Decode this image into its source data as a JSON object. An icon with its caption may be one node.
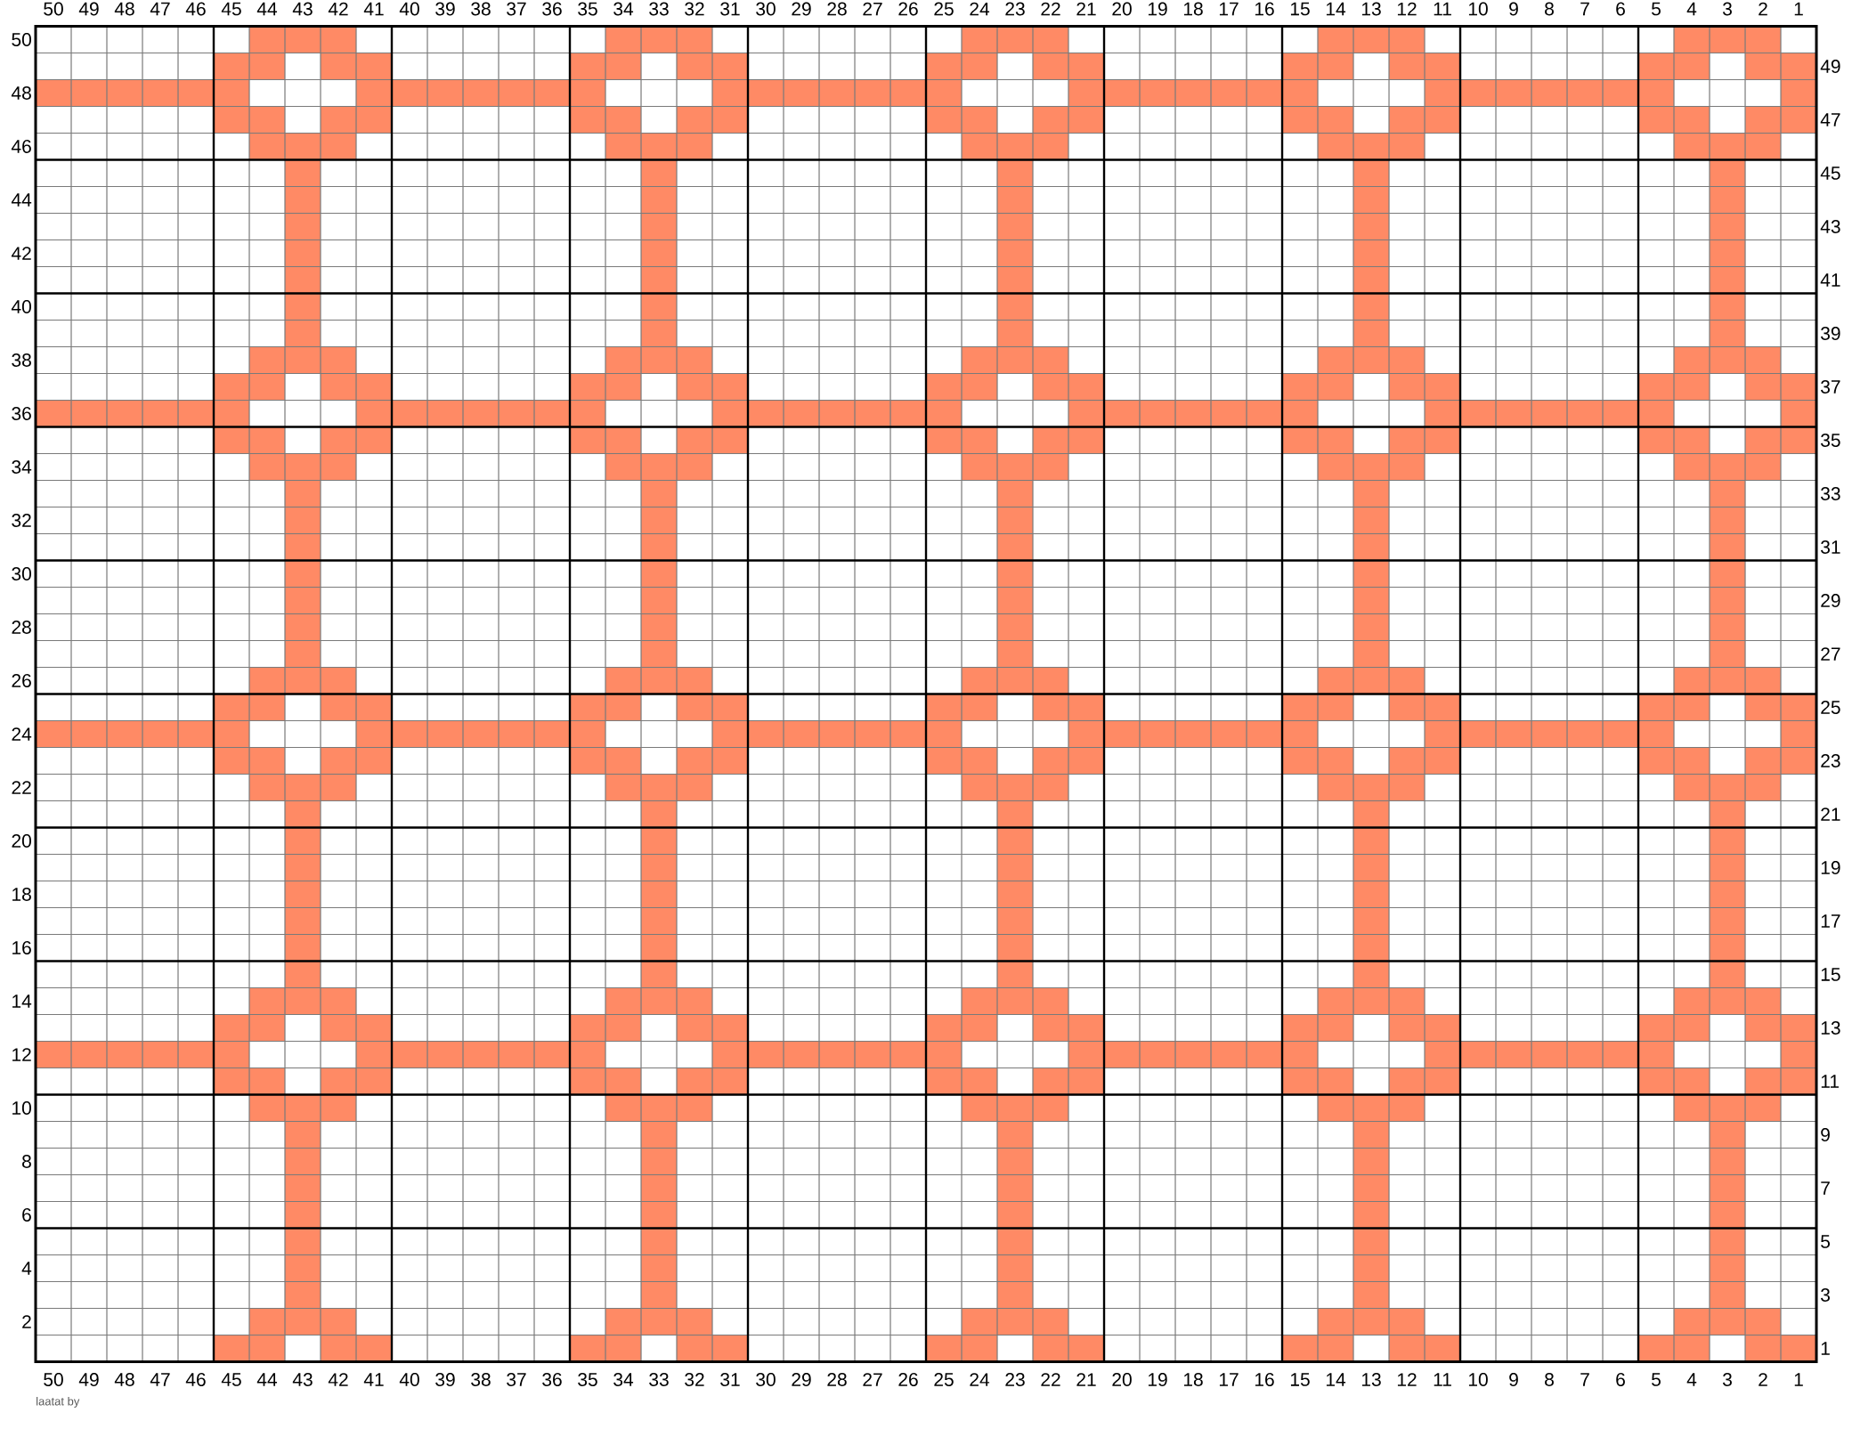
{
  "diagram": {
    "labels": [
      "50",
      "49",
      "48",
      "47",
      "46",
      "45",
      "44",
      "43",
      "42",
      "41",
      "40",
      "39",
      "38",
      "37",
      "36",
      "35",
      "34",
      "33",
      "32",
      "31",
      "30",
      "29",
      "28",
      "27",
      "26",
      "25",
      "24",
      "23",
      "22",
      "21",
      "20",
      "19",
      "18",
      "17",
      "16",
      "15",
      "14",
      "13",
      "12",
      "11",
      "10",
      "9",
      "8",
      "7",
      "6",
      "5",
      "4",
      "3",
      "2",
      "1",
      "50",
      "49",
      "48",
      "47",
      "46",
      "45",
      "44",
      "43",
      "42",
      "41",
      "40",
      "39",
      "38",
      "37",
      "36",
      "35",
      "34",
      "33",
      "32",
      "31",
      "30",
      "29",
      "28",
      "27",
      "26",
      "25",
      "24",
      "23",
      "22",
      "21",
      "20",
      "19",
      "18",
      "17",
      "16",
      "15",
      "14",
      "13",
      "12",
      "11",
      "10",
      "9",
      "8",
      "7",
      "6",
      "5",
      "4",
      "3",
      "2",
      "1",
      "50",
      "49",
      "48",
      "47",
      "46",
      "45",
      "44",
      "43",
      "42",
      "41",
      "40",
      "39",
      "38",
      "37",
      "36",
      "35",
      "34",
      "33",
      "32",
      "31",
      "30",
      "29",
      "28",
      "27",
      "26",
      "25",
      "24",
      "23",
      "22",
      "21",
      "20",
      "19",
      "18",
      "17",
      "16",
      "15",
      "14",
      "13",
      "12",
      "11",
      "10",
      "9",
      "8",
      "7",
      "6",
      "5",
      "4",
      "3",
      "2",
      "1",
      "laatat by"
    ]
  }
}
